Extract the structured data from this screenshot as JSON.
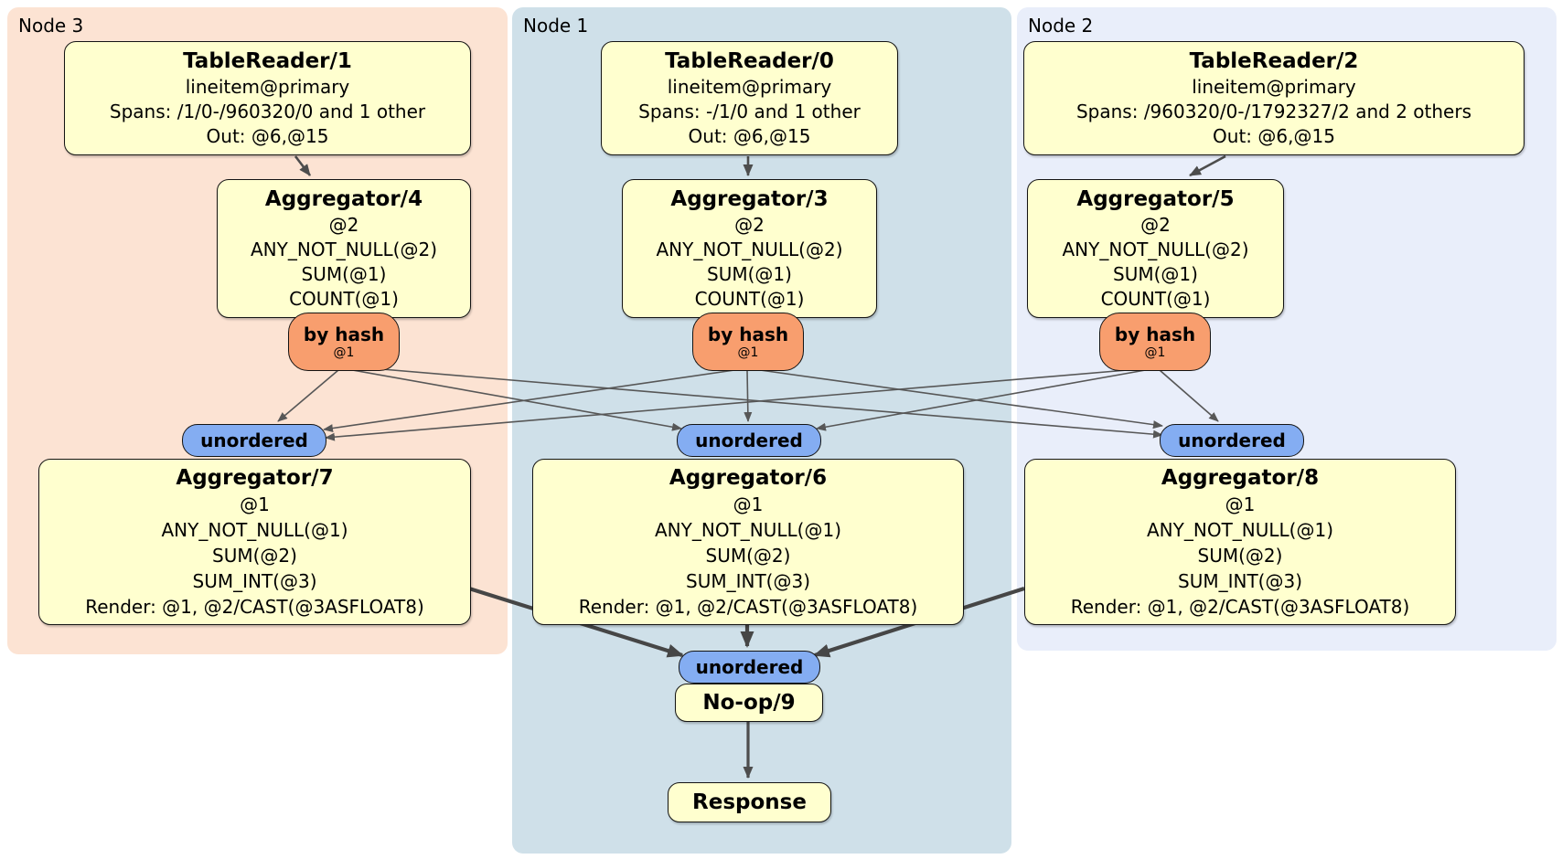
{
  "regions": [
    {
      "label": "Node 3"
    },
    {
      "label": "Node 1"
    },
    {
      "label": "Node 2"
    }
  ],
  "processors": {
    "tablereader1": {
      "title": "TableReader/1",
      "lines": [
        "lineitem@primary",
        "Spans: /1/0-/960320/0 and 1 other",
        "Out: @6,@15"
      ]
    },
    "tablereader0": {
      "title": "TableReader/0",
      "lines": [
        "lineitem@primary",
        "Spans: -/1/0 and 1 other",
        "Out: @6,@15"
      ]
    },
    "tablereader2": {
      "title": "TableReader/2",
      "lines": [
        "lineitem@primary",
        "Spans: /960320/0-/1792327/2 and 2 others",
        "Out: @6,@15"
      ]
    },
    "aggregator4": {
      "title": "Aggregator/4",
      "lines": [
        "@2",
        "ANY_NOT_NULL(@2)",
        "SUM(@1)",
        "COUNT(@1)"
      ]
    },
    "aggregator3": {
      "title": "Aggregator/3",
      "lines": [
        "@2",
        "ANY_NOT_NULL(@2)",
        "SUM(@1)",
        "COUNT(@1)"
      ]
    },
    "aggregator5": {
      "title": "Aggregator/5",
      "lines": [
        "@2",
        "ANY_NOT_NULL(@2)",
        "SUM(@1)",
        "COUNT(@1)"
      ]
    },
    "aggregator7": {
      "title": "Aggregator/7",
      "lines": [
        "@1",
        "ANY_NOT_NULL(@1)",
        "SUM(@2)",
        "SUM_INT(@3)",
        "Render: @1, @2/CAST(@3ASFLOAT8)"
      ]
    },
    "aggregator6": {
      "title": "Aggregator/6",
      "lines": [
        "@1",
        "ANY_NOT_NULL(@1)",
        "SUM(@2)",
        "SUM_INT(@3)",
        "Render: @1, @2/CAST(@3ASFLOAT8)"
      ]
    },
    "aggregator8": {
      "title": "Aggregator/8",
      "lines": [
        "@1",
        "ANY_NOT_NULL(@1)",
        "SUM(@2)",
        "SUM_INT(@3)",
        "Render: @1, @2/CAST(@3ASFLOAT8)"
      ]
    },
    "noop9": {
      "title": "No-op/9"
    },
    "response": {
      "title": "Response"
    }
  },
  "router": {
    "label": "by hash",
    "sub": "@1"
  },
  "sync": {
    "label": "unordered"
  },
  "colors": {
    "node3_bg": "#fce3d3",
    "node1_bg": "#cfe0e9",
    "node2_bg": "#e9eefa",
    "processor_fill": "#ffffcf",
    "router_fill": "#f89e6e",
    "sync_fill": "#84adf2",
    "edge_thin": "#575757",
    "edge_thick": "#464646",
    "border": "#141414"
  }
}
